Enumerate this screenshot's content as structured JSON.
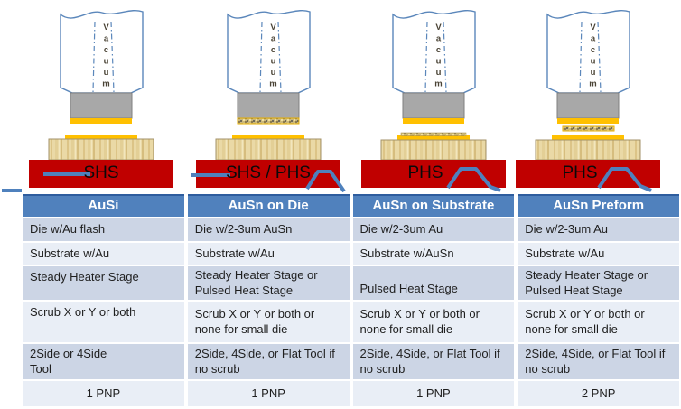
{
  "colors": {
    "accent_blue": "#4f81bd",
    "header_blue": "#5081bd",
    "header_top_border": "#2e5d9e",
    "row_band_dark": "#ccd5e5",
    "row_band_light": "#e9eef6",
    "heater_red": "#c00000",
    "gold": "#ffc000",
    "die_gray": "#a8a8a8"
  },
  "diagrams": {
    "vacuum_label": "Vacuum",
    "panels": [
      {
        "id": "ausi",
        "stage_label": "SHS"
      },
      {
        "id": "ausn-on-die",
        "stage_label": "SHS / PHS"
      },
      {
        "id": "ausn-on-substrate",
        "stage_label": "PHS"
      },
      {
        "id": "ausn-preform",
        "stage_label": "PHS"
      }
    ]
  },
  "table": {
    "headers": [
      "AuSi",
      "AuSn on Die",
      "AuSn on Substrate",
      "AuSn Preform"
    ],
    "rows": [
      {
        "name": "die",
        "cells": [
          "Die w/Au flash",
          "Die w/2-3um AuSn",
          "Die w/2-3um Au",
          "Die w/2-3um Au"
        ]
      },
      {
        "name": "substrate",
        "cells": [
          "Substrate w/Au",
          "Substrate w/Au",
          "Substrate w/AuSn",
          "Substrate w/Au"
        ]
      },
      {
        "name": "heater-stage",
        "cells": [
          "Steady Heater Stage",
          "Steady Heater Stage or Pulsed Heat Stage",
          "Pulsed Heat Stage",
          "Steady Heater Stage or Pulsed Heat Stage"
        ]
      },
      {
        "name": "scrub",
        "cells": [
          "Scrub X or Y or both",
          "Scrub X or Y or both or none for small die",
          "Scrub X or Y or both or none for small die",
          "Scrub X or Y or both or none for small die"
        ]
      },
      {
        "name": "tool",
        "cells": [
          "2Side or 4Side\nTool",
          "2Side, 4Side, or Flat Tool if no scrub",
          "2Side, 4Side, or Flat Tool if no scrub",
          "2Side, 4Side, or Flat Tool if no scrub"
        ]
      },
      {
        "name": "pnp",
        "cells": [
          "1 PNP",
          "1 PNP",
          "1 PNP",
          "2 PNP"
        ]
      }
    ]
  }
}
